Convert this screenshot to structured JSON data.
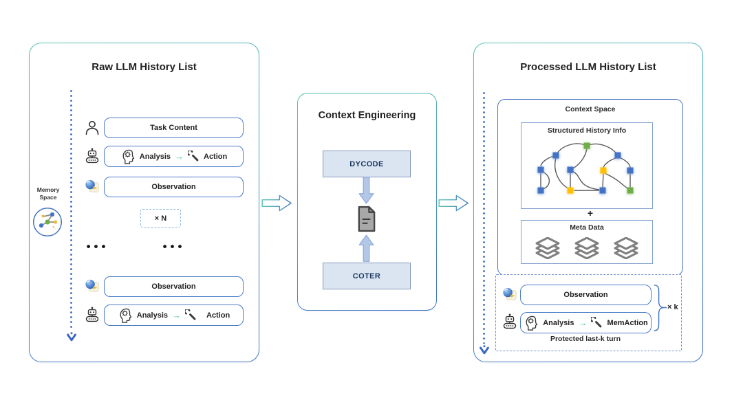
{
  "left": {
    "title": "Raw LLM History List",
    "memory_line1": "Memory",
    "memory_line2": "Space",
    "task_content": "Task Content",
    "analysis": "Analysis",
    "arrow": "→",
    "action": "Action",
    "observation": "Observation",
    "repeat_n": "× N",
    "dots": "•••"
  },
  "middle": {
    "title": "Context Engineering",
    "dycode": "DYCODE",
    "coter": "COTER"
  },
  "right": {
    "title": "Processed LLM History List",
    "context_space": "Context Space",
    "structured_history": "Structured History Info",
    "plus": "+",
    "meta_data": "Meta Data",
    "observation": "Observation",
    "analysis": "Analysis",
    "arrow": "→",
    "memaction": "MemAction",
    "repeat_k": "× k",
    "protected": "Protected last-k turn"
  },
  "icons": {
    "memory_space": "network-cluster-icon",
    "user": "person-icon",
    "agent": "robot-icon",
    "observation": "lens-cube-icon",
    "analysis": "head-gear-icon",
    "action": "wrench-icon",
    "context_transform": "document-icon",
    "meta_data": "layers-icon",
    "panel_flow": "right-block-arrow-icon"
  },
  "colors": {
    "teal": "#56c3b0",
    "blue": "#4472c4",
    "box_fill": "#dbe5f2",
    "block_arrow_fill": "#b4c7e7",
    "node_blue": "#4472c4",
    "node_green": "#70ad47",
    "node_yellow": "#ffc000",
    "gray_icon": "#7f7f7f"
  }
}
